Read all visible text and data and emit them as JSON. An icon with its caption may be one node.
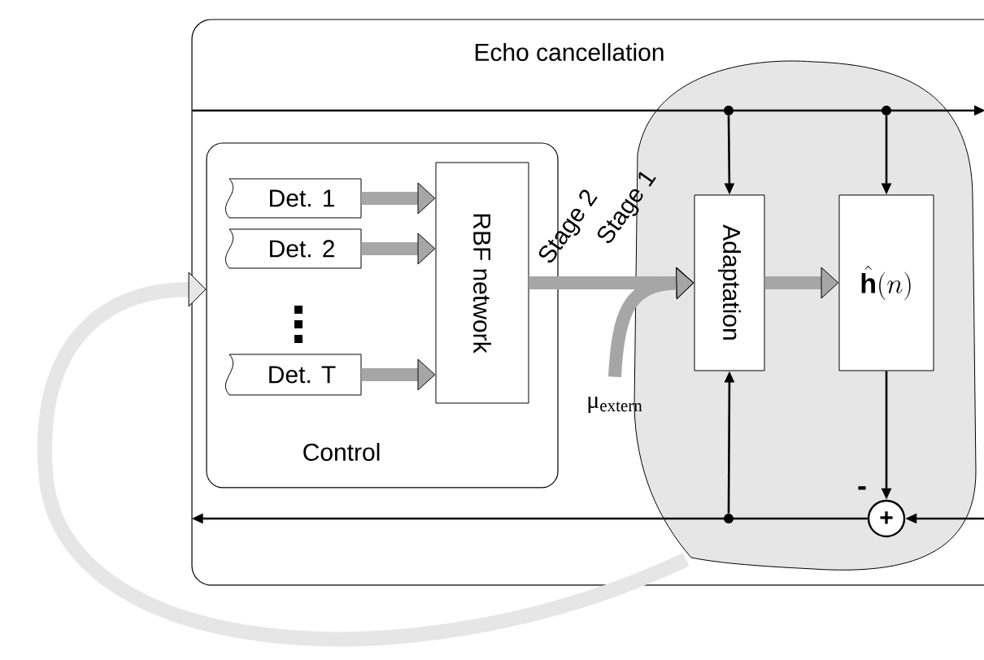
{
  "diagram": {
    "nodes": [
      {
        "text": [
          "Echo cancellation"
        ]
      },
      {
        "text": [
          "Control"
        ],
        "in": 0
      },
      {
        "text": [
          "Det. 1"
        ],
        "in": 1
      },
      {
        "text": [
          "Det. 2"
        ],
        "in": 1
      },
      {
        "text": [
          "Det. T"
        ],
        "in": 1
      },
      {
        "text": [
          "RBF network"
        ],
        "in": 1
      },
      {
        "text": [],
        "shape": "cloud",
        "in": 0
      },
      {
        "text": [
          "Adaptation"
        ],
        "in": 6
      },
      {
        "text": [
          "\\hat{\\mathbf{h}}(n)"
        ],
        "in": 6
      },
      {
        "text": [
          "+"
        ],
        "in": 6
      },
      {
        "text": [
          "μ$_{extern}$"
        ],
        "in": 0
      },
      {
        "text": [],
        "shape": "circle",
        "in": 6
      },
      {
        "text": [],
        "shape": "circle",
        "in": 6
      },
      {
        "text": [],
        "shape": "circle",
        "in": 6
      }
    ],
    "edges": [
      {
        "from": 2,
        "to": 5,
        "arrow": "to"
      },
      {
        "from": 3,
        "to": 5,
        "arrow": "to"
      },
      {
        "from": 4,
        "to": 5,
        "arrow": "to"
      },
      {
        "from": 5,
        "to": 7,
        "arrow": "to",
        "label": "Stage 2"
      },
      {
        "from": 10,
        "to": 7,
        "arrow": "to",
        "label": "Stage 1"
      },
      {
        "from": 7,
        "to": 8,
        "arrow": "to"
      },
      {
        "from": 11,
        "to": 7,
        "arrow": "to",
        "color": "#000000"
      },
      {
        "from": 12,
        "to": 8,
        "arrow": "to",
        "color": "#000000"
      },
      {
        "from": 13,
        "to": 7,
        "arrow": "to",
        "color": "#000000"
      },
      {
        "from": 8,
        "to": 9,
        "arrow": "to",
        "label": "-",
        "color": "#000000"
      },
      {
        "from": null,
        "to": 9,
        "arrow": "to",
        "color": "#000000"
      },
      {
        "from": 9,
        "to": 0,
        "arrow": "to",
        "color": "#000000"
      },
      {
        "from": 6,
        "to": 1,
        "arrow": "to",
        "color": "#e6e6e6"
      }
    ]
  }
}
